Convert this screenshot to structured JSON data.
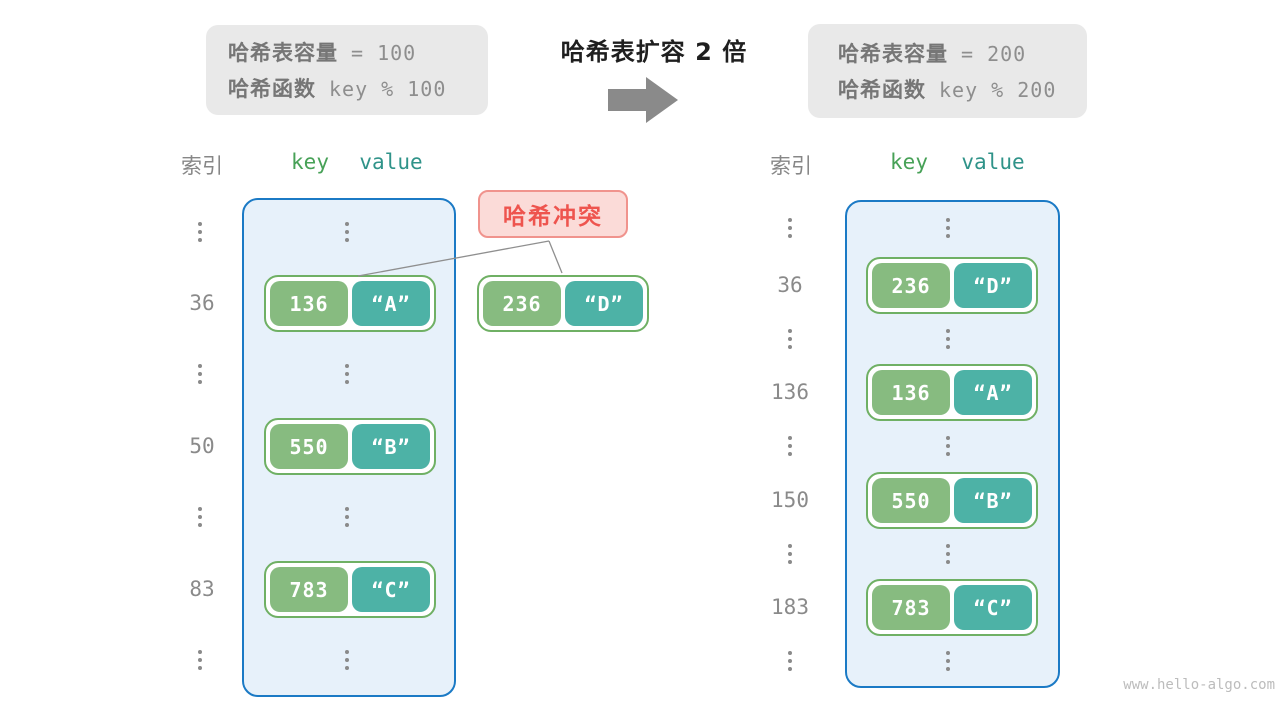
{
  "title": "哈希表扩容 2 倍",
  "before_box": {
    "capacity_label": "哈希表容量",
    "capacity_value": "= 100",
    "hash_label": "哈希函数",
    "hash_value": "key % 100"
  },
  "after_box": {
    "capacity_label": "哈希表容量",
    "capacity_value": "= 200",
    "hash_label": "哈希函数",
    "hash_value": "key % 200"
  },
  "left_table": {
    "index_header": "索引",
    "key_header": "key",
    "value_header": "value",
    "rows": [
      {
        "index": "36",
        "key": "136",
        "value": "“A”"
      },
      {
        "index": "50",
        "key": "550",
        "value": "“B”"
      },
      {
        "index": "83",
        "key": "783",
        "value": "“C”"
      }
    ]
  },
  "collision": {
    "label": "哈希冲突",
    "pair": {
      "key": "236",
      "value": "“D”"
    }
  },
  "right_table": {
    "index_header": "索引",
    "key_header": "key",
    "value_header": "value",
    "rows": [
      {
        "index": "36",
        "key": "236",
        "value": "“D”"
      },
      {
        "index": "136",
        "key": "136",
        "value": "“A”"
      },
      {
        "index": "150",
        "key": "550",
        "value": "“B”"
      },
      {
        "index": "183",
        "key": "783",
        "value": "“C”"
      }
    ]
  },
  "watermark": "www.hello-algo.com",
  "colors": {
    "key_cell_green": "#87bb80",
    "value_cell_teal": "#4db2a6",
    "pair_border_green": "#6fb064",
    "container_fill_blue": "#e7f1fa",
    "container_border_blue": "#1b7ac5",
    "collision_fill": "#fbdbd8",
    "collision_border": "#f0938d",
    "collision_text": "#ee544e",
    "gray_box_fill": "#e9e9e9",
    "muted_gray": "#8a8a8a",
    "key_header_green": "#47a157",
    "value_header_teal": "#2f9389",
    "arrow_gray": "#8a8a8a"
  }
}
